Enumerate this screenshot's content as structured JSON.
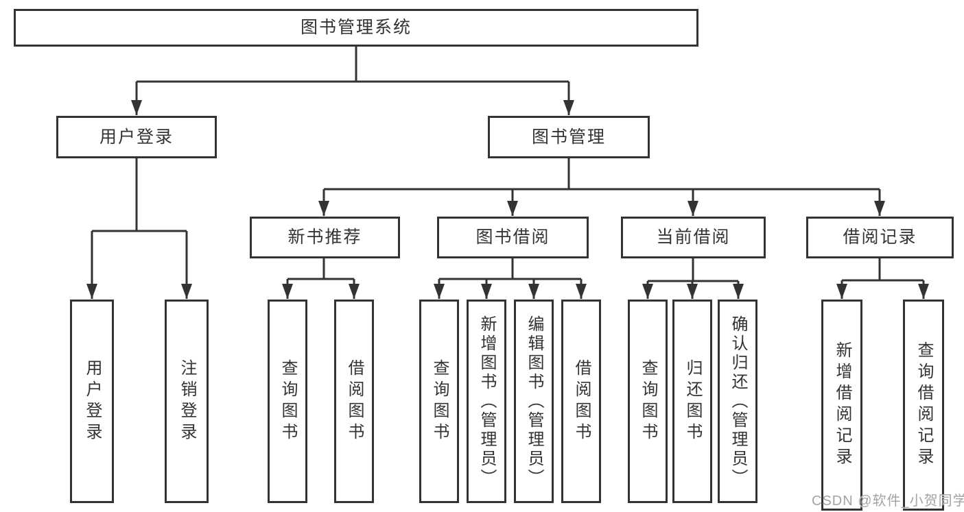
{
  "colors": {
    "line": "#333333",
    "box_border": "#333333",
    "box_background": "#ffffff",
    "text": "#333333",
    "watermark_text": "#a3a3a3",
    "page_background": "#ffffff"
  },
  "watermark": {
    "text": "CSDN @软件_小贺同学"
  },
  "nodes": {
    "root": {
      "label": "图书管理系统"
    },
    "user_login_group": {
      "label": "用户登录"
    },
    "book_management": {
      "label": "图书管理"
    },
    "new_book_recommend": {
      "label": "新书推荐"
    },
    "book_borrowing": {
      "label": "图书借阅"
    },
    "current_borrowing": {
      "label": "当前借阅"
    },
    "borrowing_records": {
      "label": "借阅记录"
    },
    "user_login": {
      "label": "用户登录"
    },
    "logout": {
      "label": "注销登录"
    },
    "recommend_query_books": {
      "label": "查询图书"
    },
    "recommend_borrow_books": {
      "label": "借阅图书"
    },
    "borrowing_query_books": {
      "label": "查询图书"
    },
    "borrowing_add_books": {
      "label": "新增图书（管理员）"
    },
    "borrowing_edit_books": {
      "label": "编辑图书（管理员）"
    },
    "borrowing_borrow_books": {
      "label": "借阅图书"
    },
    "current_query_books": {
      "label": "查询图书"
    },
    "current_return_books": {
      "label": "归还图书"
    },
    "current_confirm_return": {
      "label": "确认归还（管理员）"
    },
    "records_add_record": {
      "label": "新增借阅记录"
    },
    "records_query_record": {
      "label": "查询借阅记录"
    }
  },
  "hierarchy": {
    "图书管理系统": {
      "用户登录": [
        "用户登录",
        "注销登录"
      ],
      "图书管理": {
        "新书推荐": [
          "查询图书",
          "借阅图书"
        ],
        "图书借阅": [
          "查询图书",
          "新增图书（管理员）",
          "编辑图书（管理员）",
          "借阅图书"
        ],
        "当前借阅": [
          "查询图书",
          "归还图书",
          "确认归还（管理员）"
        ],
        "借阅记录": [
          "新增借阅记录",
          "查询借阅记录"
        ]
      }
    }
  }
}
